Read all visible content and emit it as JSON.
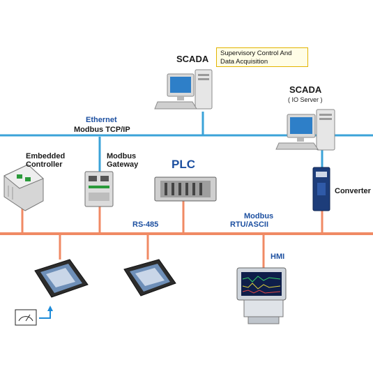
{
  "networks": {
    "ethernet_label": "Ethernet",
    "ethernet_protocol": "Modbus TCP/IP",
    "rs485_label": "RS-485",
    "modbus_label_line1": "Modbus",
    "modbus_label_line2": "RTU/ASCII"
  },
  "devices": {
    "scada_top_label": "SCADA",
    "scada_top_note_line1": "Supervisory Control And",
    "scada_top_note_line2": "Data Acquisition",
    "scada_right_label": "SCADA",
    "scada_right_sub": "( IO Server )",
    "embedded_line1": "Embedded",
    "embedded_line2": "Controller",
    "gateway_line1": "Modbus",
    "gateway_line2": "Gateway",
    "plc_label": "PLC",
    "converter_label": "Converter",
    "hmi_label": "HMI"
  },
  "colors": {
    "ethernet_line": "#3ba3d8",
    "rs485_line": "#f08a64",
    "label_blue": "#1c4fa0"
  }
}
